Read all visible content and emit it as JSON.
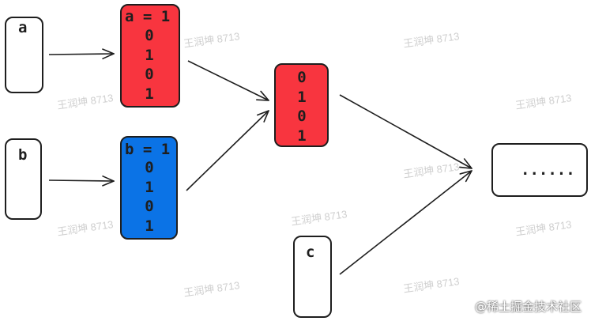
{
  "nodes": {
    "a": {
      "label": "a"
    },
    "b": {
      "label": "b"
    },
    "c": {
      "label": "c"
    },
    "a_bits": {
      "header": "a = 1",
      "bits": [
        "0",
        "1",
        "0",
        "1"
      ],
      "fill": "#f8353f"
    },
    "b_bits": {
      "header": "b = 1",
      "bits": [
        "0",
        "1",
        "0",
        "1"
      ],
      "fill": "#0b73e6"
    },
    "merged": {
      "bits": [
        "0",
        "1",
        "0",
        "1"
      ],
      "fill": "#f8353f"
    },
    "result": {
      "label": "......"
    }
  },
  "watermark": "王润坤 8713",
  "footer": "@稀土掘金技术社区"
}
